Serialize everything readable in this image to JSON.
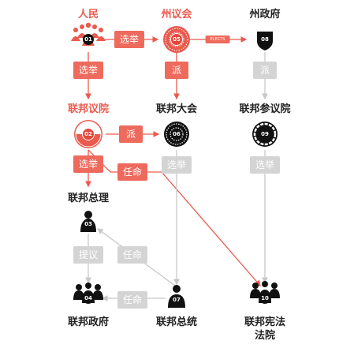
{
  "nodes": {
    "people": {
      "title": "人民",
      "num": "01"
    },
    "state_assembly": {
      "title": "州议会",
      "num": "05"
    },
    "state_gov": {
      "title": "州政府",
      "num": "08"
    },
    "senate": {
      "title": "联邦议院",
      "num": "02"
    },
    "federal_assembly": {
      "title": "联邦大会",
      "num": "06"
    },
    "bundesrat": {
      "title": "联邦参议院",
      "num": "09"
    },
    "chancellor": {
      "title": "联邦总理",
      "num": "03"
    },
    "gov": {
      "title": "联邦政府",
      "num": "04"
    },
    "president": {
      "title": "联邦总统",
      "num": "07"
    },
    "court": {
      "title_line1": "联邦宪法",
      "title_line2": "法院",
      "num": "10"
    }
  },
  "edges": {
    "people_to_assembly": "选举",
    "assembly_to_stategov": "ELECTS",
    "people_to_senate": "选举",
    "assembly_to_federal": "派",
    "stategov_to_bundesrat": "派",
    "senate_to_federal": "派",
    "senate_to_chancellor": "选举",
    "senate_to_court": "任命",
    "federal_to_president": "选举",
    "bundesrat_to_court": "选举",
    "chancellor_to_gov": "提议",
    "president_to_chancellor": "任命",
    "president_to_gov": "任命"
  },
  "colors": {
    "red": "#ea5a4e",
    "dark": "#111111",
    "grey": "#d4d4d4"
  }
}
